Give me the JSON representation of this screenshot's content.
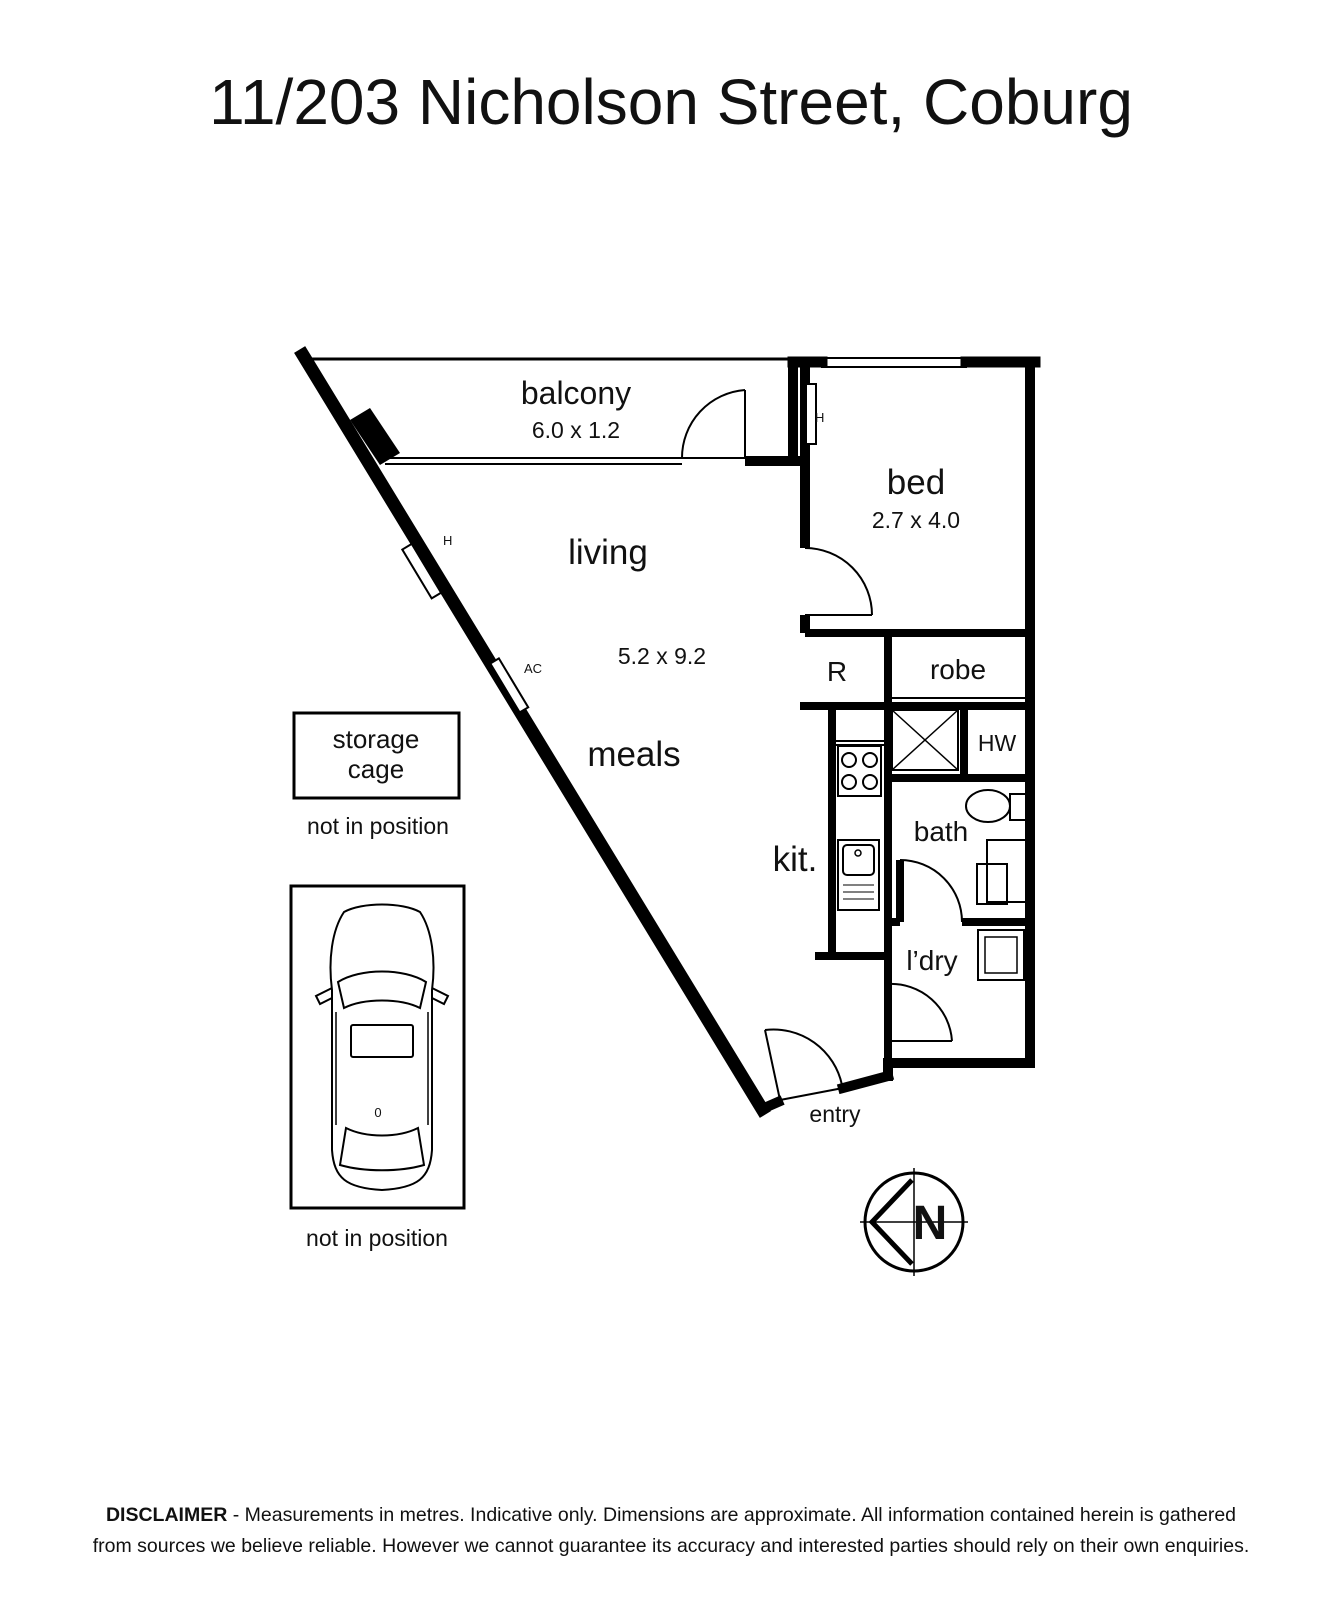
{
  "title": "11/203 Nicholson Street, Coburg",
  "rooms": {
    "balcony": {
      "name": "balcony",
      "dims": "6.0 x 1.2"
    },
    "bed": {
      "name": "bed",
      "dims": "2.7 x 4.0"
    },
    "living": {
      "name": "living",
      "dims": "5.2 x 9.2"
    },
    "meals": {
      "name": "meals"
    },
    "r": {
      "name": "R"
    },
    "robe": {
      "name": "robe"
    },
    "hw": {
      "name": "HW"
    },
    "bath": {
      "name": "bath"
    },
    "kit": {
      "name": "kit."
    },
    "ldry": {
      "name": "l’dry"
    },
    "entry": {
      "name": "entry"
    }
  },
  "fixtures": {
    "heater": "H",
    "ac": "AC"
  },
  "storage": {
    "line1": "storage",
    "line2": "cage",
    "note": "not in position"
  },
  "car_space": {
    "note": "not in position",
    "mark": "0"
  },
  "compass": {
    "letter": "N"
  },
  "disclaimer": {
    "heading": "DISCLAIMER",
    "line1": " - Measurements in metres. Indicative only. Dimensions are approximate. All information contained herein is gathered",
    "line2": "from sources we believe reliable. However we cannot guarantee its accuracy and interested parties should rely on their own enquiries."
  }
}
